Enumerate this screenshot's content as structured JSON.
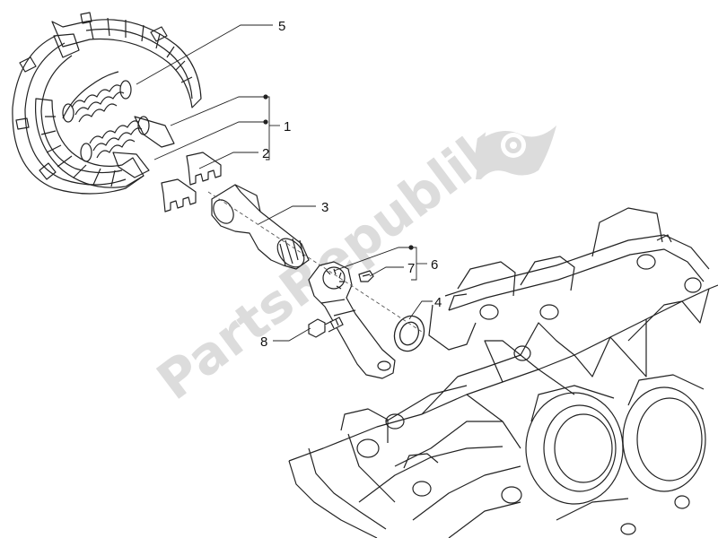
{
  "watermark": {
    "text": "PartsRepublik",
    "icon": "gear-flag-icon"
  },
  "callouts": [
    {
      "id": "5",
      "label": "5"
    },
    {
      "id": "1",
      "label": "1"
    },
    {
      "id": "2",
      "label": "2"
    },
    {
      "id": "3",
      "label": "3"
    },
    {
      "id": "6",
      "label": "6"
    },
    {
      "id": "7",
      "label": "7"
    },
    {
      "id": "4",
      "label": "4"
    },
    {
      "id": "8",
      "label": "8"
    }
  ],
  "colors": {
    "line": "#222222",
    "watermark": "#dcdcdc",
    "background": "#ffffff"
  }
}
